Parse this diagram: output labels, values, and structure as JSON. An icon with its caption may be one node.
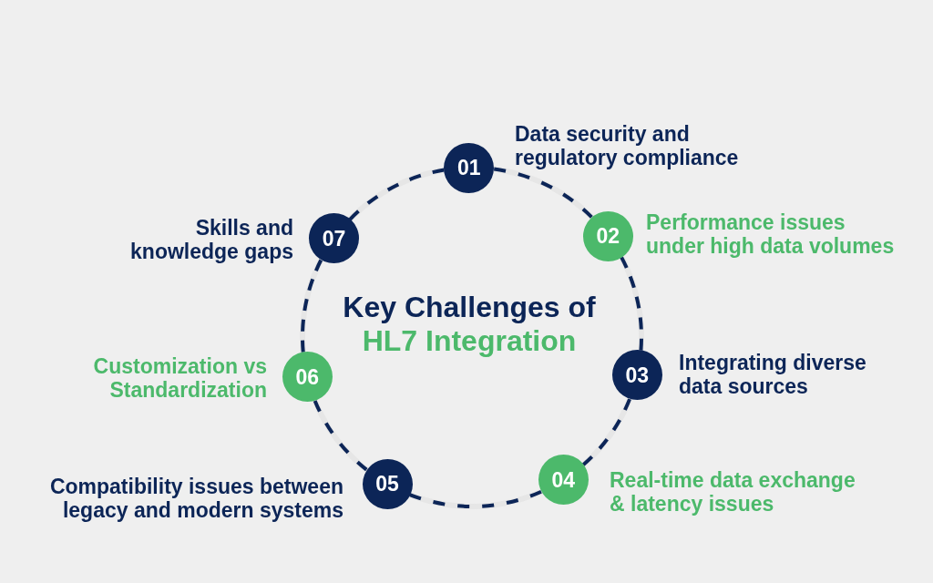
{
  "diagram": {
    "title": "Key Challenges of HL7 Integration",
    "nodes": [
      {
        "text": [
          "01"
        ],
        "beside": [
          "Data security and regulatory compliance"
        ]
      },
      {
        "text": [
          "02"
        ],
        "beside": [
          "Performance issues under high data volumes"
        ]
      },
      {
        "text": [
          "03"
        ],
        "beside": [
          "Integrating diverse data sources"
        ]
      },
      {
        "text": [
          "04"
        ],
        "beside": [
          "Real-time data exchange & latency issues"
        ]
      },
      {
        "text": [
          "05"
        ],
        "beside": [
          "Compatibility issues between legacy and modern systems"
        ]
      },
      {
        "text": [
          "06"
        ],
        "beside": [
          "Customization vs Standardization"
        ]
      },
      {
        "text": [
          "07"
        ],
        "beside": [
          "Skills and knowledge gaps"
        ]
      }
    ],
    "edges": [
      {
        "from": 0,
        "to": 1,
        "arrow": "none",
        "style": "dashed"
      },
      {
        "from": 1,
        "to": 2,
        "arrow": "none",
        "style": "dashed"
      },
      {
        "from": 2,
        "to": 3,
        "arrow": "none",
        "style": "dashed"
      },
      {
        "from": 3,
        "to": 4,
        "arrow": "none",
        "style": "dashed"
      },
      {
        "from": 4,
        "to": 5,
        "arrow": "none",
        "style": "dashed"
      },
      {
        "from": 5,
        "to": 6,
        "arrow": "none",
        "style": "dashed"
      },
      {
        "from": 6,
        "to": 0,
        "arrow": "none",
        "style": "dashed"
      }
    ]
  }
}
